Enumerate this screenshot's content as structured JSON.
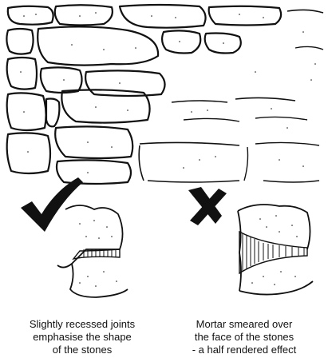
{
  "captions": {
    "left": {
      "line1": "Slightly recessed joints",
      "line2": "emphasise the shape",
      "line3": "of the stones"
    },
    "right": {
      "line1": "Mortar smeared over",
      "line2": "the face of the stones",
      "line3": "- a half rendered effect"
    }
  },
  "marks": {
    "left": "check-mark-icon",
    "right": "cross-mark-icon"
  },
  "colors": {
    "ink": "#111111",
    "background": "#ffffff"
  }
}
